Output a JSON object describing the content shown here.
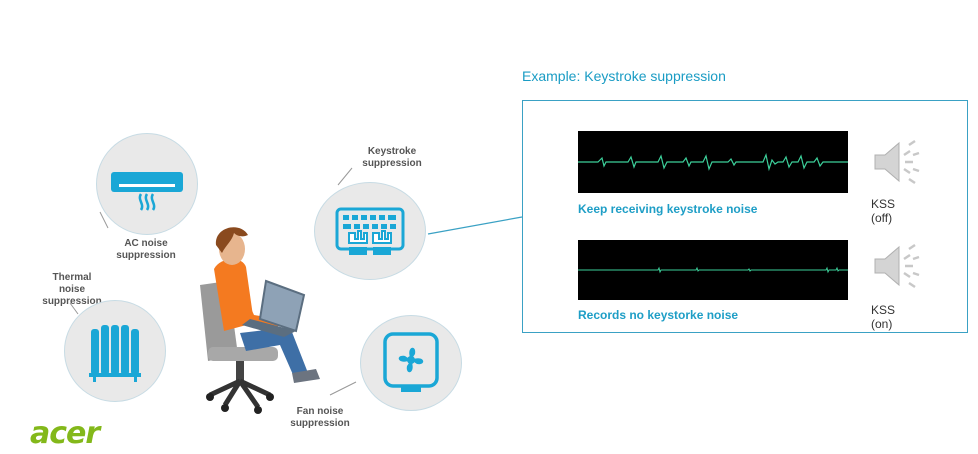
{
  "panel": {
    "title": "Example: Keystroke suppression",
    "top_caption": "Keep receiving keystroke noise",
    "bottom_caption": "Records no keystorke noise",
    "top_kss": [
      "KSS",
      "(off)"
    ],
    "bottom_kss": [
      "KSS",
      "(on)"
    ]
  },
  "labels": {
    "ac": [
      "AC noise",
      "suppression"
    ],
    "thermal": [
      "Thermal",
      "noise",
      "suppression"
    ],
    "keystroke": [
      "Keystroke",
      "suppression"
    ],
    "fan": [
      "Fan noise",
      "suppression"
    ]
  },
  "brand": {
    "logo_text": "acer",
    "logo_color": "#83b81a"
  },
  "colors": {
    "accent": "#1a9cc4",
    "wave": "#3ccf9a",
    "shirt": "#f47a20",
    "hair": "#8a4a1e"
  }
}
